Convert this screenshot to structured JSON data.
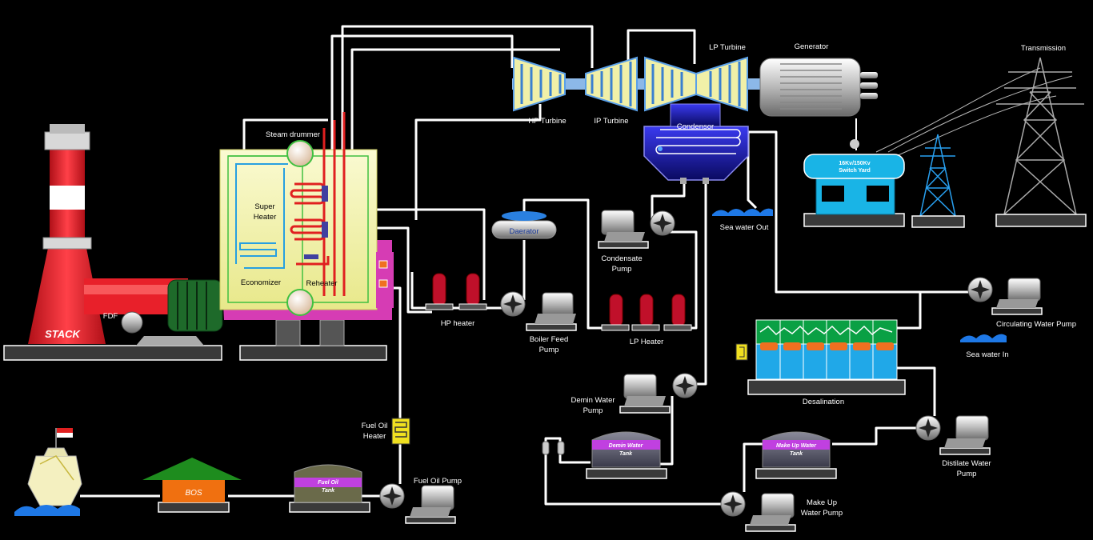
{
  "labels": {
    "stack": "STACK",
    "fdf": "FDF",
    "steam_drummer": "Steam drummer",
    "super_heater": "Super\nHeater",
    "economizer": "Economizer",
    "reheater": "Reheater",
    "hp_turbine": "HP Turbine",
    "ip_turbine": "IP Turbine",
    "lp_turbine": "LP Turbine",
    "generator": "Generator",
    "transmission": "Transmission",
    "condensor": "Condensor",
    "switch_yard": "16Kv/150Kv\nSwitch Yard",
    "sea_water_out": "Sea water Out",
    "daerator": "Daerator",
    "condensate_pump": "Condensate\nPump",
    "hp_heater": "HP heater",
    "boiler_feed_pump": "Boiler Feed\nPump",
    "lp_heater": "LP Heater",
    "circulating_water_pump": "Circulating Water Pump",
    "sea_water_in": "Sea water In",
    "desalination": "Desalination",
    "demin_water_pump": "Demin Water\nPump",
    "demin_water_tank": "Demin Water\nTank",
    "fuel_oil_heater": "Fuel Oil\nHeater",
    "fuel_oil_pump": "Fuel Oil Pump",
    "fuel_oil_tank": "Fuel Oil\nTank",
    "bos": "BOS",
    "make_up_water_tank": "Make Up Water\nTank",
    "distilate_water_pump": "Distilate Water\nPump",
    "make_up_water_pump": "Make Up\nWater Pump"
  },
  "colors": {
    "background": "#000000",
    "pipe": "#ffffff",
    "stack_red": "#e8202a",
    "boiler_yellow": "#f2f2a0",
    "boiler_magenta": "#d63cb4",
    "turbine_blue": "#5aa0e8",
    "condensor_blue": "#1a1aa0",
    "switchyard_cyan": "#19b4e6",
    "desal_green": "#0aa044",
    "desal_orange": "#f07020",
    "tank_purple": "#c040e0",
    "bos_orange": "#f07010",
    "bos_roof_green": "#1e8c1e",
    "water_blue": "#1e78e6"
  },
  "icons": [
    "flag-icon",
    "pump-icon",
    "motor-icon",
    "wave-icon",
    "tower-icon"
  ]
}
